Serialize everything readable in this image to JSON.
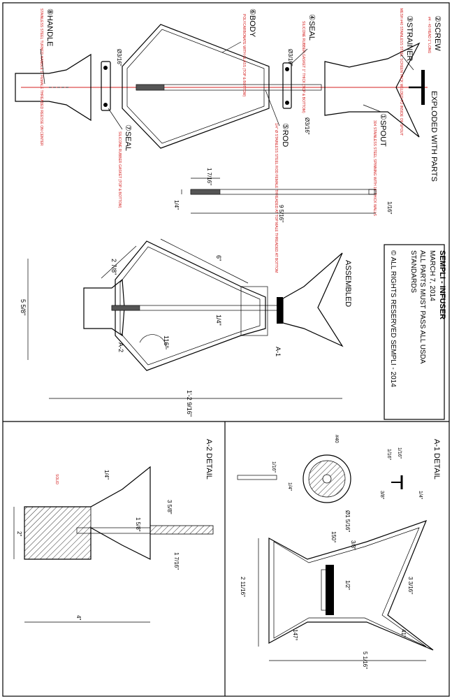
{
  "title_block": {
    "title": "SEMPLI - INFUSER",
    "date": "MARCH 7, 2014",
    "note_line1": "ALL PARTS MUST PASS ALL USDA",
    "note_line2": "STANDARDS",
    "copyright": "© ALL RIGHTS RESERVED SEMPLI - 2014"
  },
  "views": {
    "exploded": "EXPLODED WITH PARTS",
    "assembled": "ASSEMBLED",
    "detail_a1": "A-1 DETAIL",
    "detail_a2": "A-2 DETAIL"
  },
  "parts": {
    "screw": "②SCREW",
    "strainer": "③STRAINER",
    "spout": "①SPOUT",
    "seal4": "④SEAL",
    "body": "⑥BODY",
    "rod": "⑤ROD",
    "seal7": "⑦SEAL",
    "handle": "⑧HANDLE"
  },
  "notes": {
    "screw": "#4 - 40 HEAD 1\" LONG",
    "strainer": "MESH #40 STAINLESS STEEL SCREEN TACK WELDED TO INSIDE OF SPOUT",
    "spout": "304 STAINLESS STEEL SPINNING WITH 16\" THICK WALLS",
    "seal4": "SILICONE RUBBER GASKET 1\" THICK (TOP & BOTTOM)",
    "body": "POLYCARBONATE WITH GLASS (TOP & BOTTOM)",
    "rod": "1/4\" Ø STAINLESS STEEL ROD FEMALE THREADED AT TOP MALE THREADED AT BOTTOM",
    "seal7": "SILICONE RUBBER GASKET (TOP & BOTTOM)",
    "handle": "STAINLESS STEEL TURNED HANDLE 1\" FEMALE THREADED REESSE ON CENTER",
    "solid": "SOLID"
  },
  "dims": {
    "d316a": "Ø3/16\"",
    "d316b": "Ø3/16\"",
    "d316c": "Ø3/16\"",
    "rod_len": "9 5/16\"",
    "rod_thread": "1 7/16\"",
    "rod_w": "1/4\"",
    "rod_tip": "1/16\"",
    "body_len": "6\"",
    "body_top": "2 7/8\"",
    "handle_w": "5 5/8\"",
    "overall": "1'-2 9/16\"",
    "rod_d": "1/4\"",
    "ang116": "116°",
    "callA1": "A-1",
    "callA2": "A-2",
    "a1_14": "1/4\"",
    "a1_116": "1/16\"",
    "a1_38": "3/8\"",
    "a1_116b": "1/16\"",
    "a1_14b": "1/4\"",
    "a1_116c": "1/16\"",
    "a1_dia": "Ø1 5/16\"",
    "a1_mesh": "#40",
    "a1_316": "3 3/16\"",
    "a1_12": "1/2\"",
    "a1_38b": "3/8\"",
    "a1_211": "2 11/16\"",
    "a1_516": "5 1/16\"",
    "ang150": "150°",
    "ang147": "147°",
    "ang41": "41°",
    "a2_358": "3 5/8\"",
    "a2_158": "1 5/8\"",
    "a2_1716": "1 7/16\"",
    "a2_2": "2\"",
    "a2_4": "4\"",
    "a2_q": "1/4\""
  }
}
